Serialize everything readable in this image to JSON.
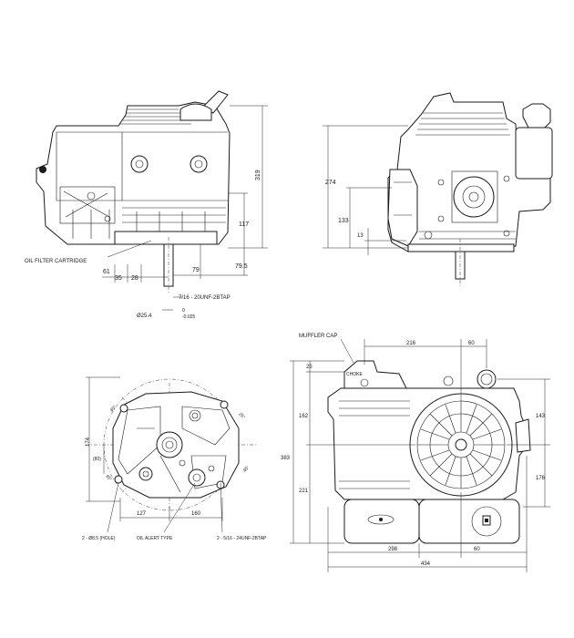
{
  "side_view": {
    "dim_319": "319",
    "dim_117": "117",
    "dim_79": "79",
    "dim_79_5": "79.5",
    "dim_61": "61",
    "dim_35": "35",
    "dim_28": "28",
    "oil_filter_label": "OIL FILTER CARTRIDGE",
    "shaft_thread_label": "7/16 - 20UNF-2BTAP",
    "shaft_dia_label": "Ø25.4",
    "shaft_tol_upper": "0",
    "shaft_tol_lower": "-0.025"
  },
  "front_view": {
    "dim_274": "274",
    "dim_133": "133",
    "dim_13": "13"
  },
  "bottom_view": {
    "dim_174": "174",
    "dim_80": "(80)",
    "dim_127": "127",
    "dim_160": "160",
    "angle_a": "45°",
    "angle_b": "45°",
    "angle_c": "25°",
    "angle_d": "45°",
    "hole_label": "2 - Ø8.5 (HOLE)",
    "oil_alert_label": "OIL ALERT TYPE",
    "tap_label": "2 - 5/16 - 24UNF-2BTAP"
  },
  "top_view": {
    "muffler_cap_label": "MUFFLER CAP",
    "dim_216": "216",
    "dim_60_top": "60",
    "dim_25": "25",
    "dim_162": "162",
    "dim_383": "383",
    "dim_221": "221",
    "dim_143": "143",
    "dim_176": "176",
    "dim_298": "298",
    "dim_60_bottom": "60",
    "dim_434": "434",
    "cap_marking": "CHOKE"
  }
}
